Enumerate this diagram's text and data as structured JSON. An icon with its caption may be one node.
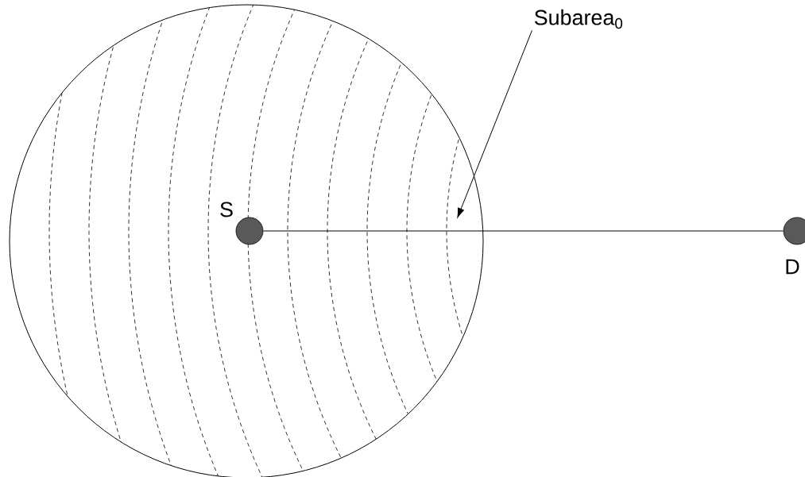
{
  "diagram": {
    "nodes": [
      {
        "text": [],
        "shape": "circle"
      },
      {
        "text": [
          "Subarea$_{0}$"
        ]
      },
      {
        "text": [
          "S"
        ],
        "in": 0
      },
      {
        "text": [
          "D"
        ]
      }
    ],
    "edges": [
      {
        "from": 2,
        "to": 3,
        "arrow": "none"
      },
      {
        "from": 1,
        "to": null,
        "arrow": "to"
      }
    ]
  }
}
